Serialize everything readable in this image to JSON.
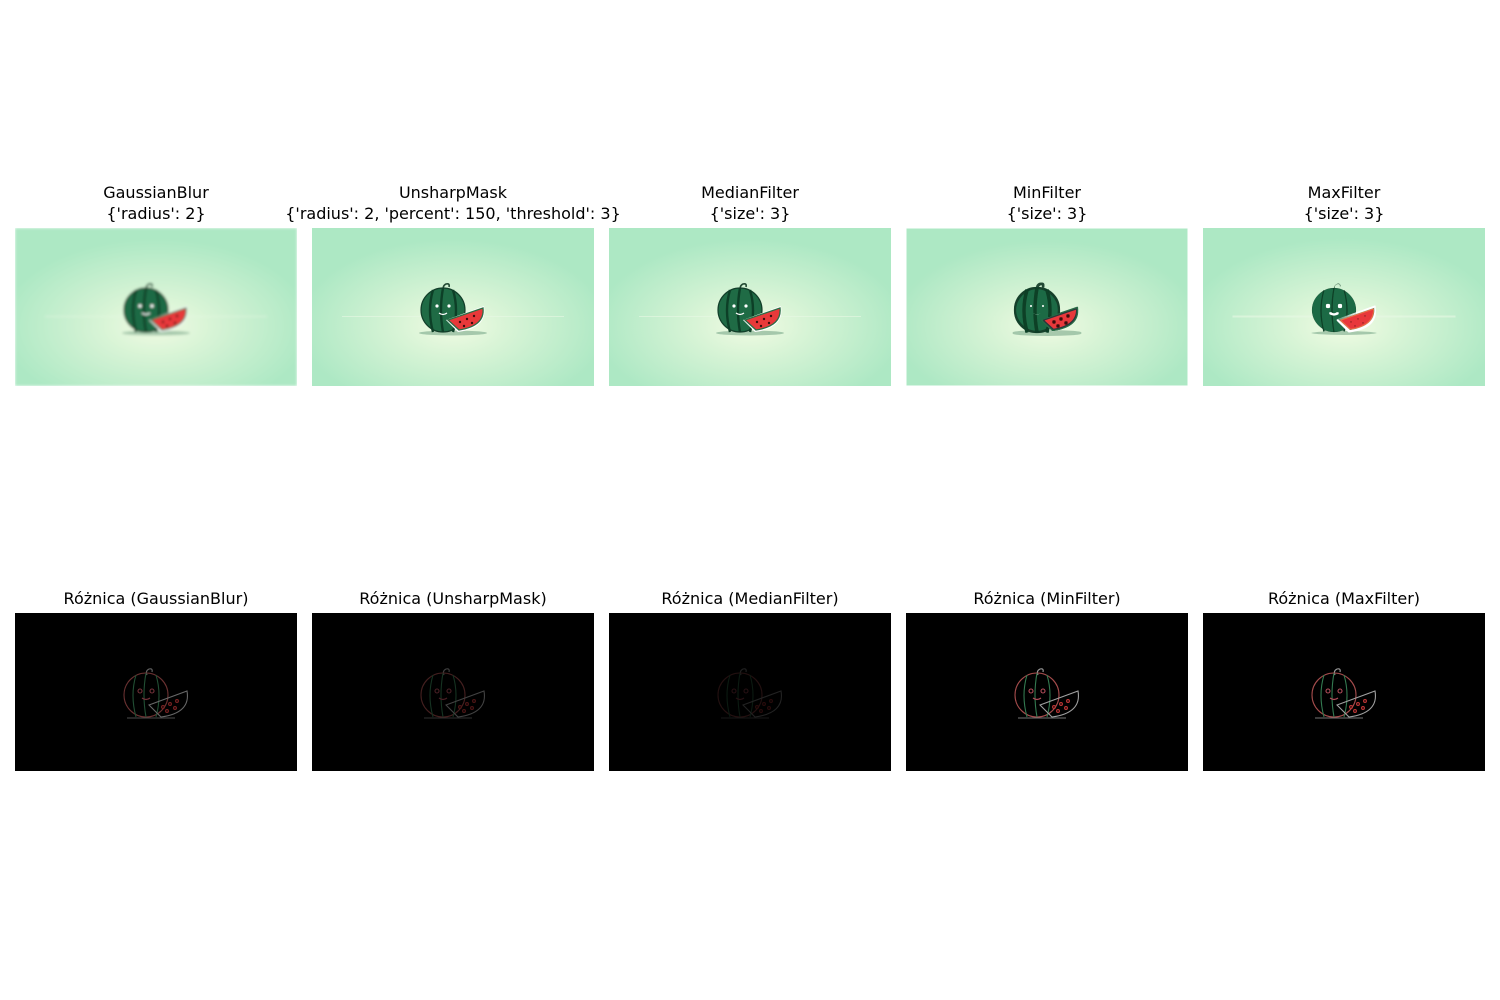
{
  "filters": [
    {
      "name": "GaussianBlur",
      "params": "{'radius': 2}"
    },
    {
      "name": "UnsharpMask",
      "params": "{'radius': 2, 'percent': 150, 'threshold': 3}"
    },
    {
      "name": "MedianFilter",
      "params": "{'size': 3}"
    },
    {
      "name": "MinFilter",
      "params": "{'size': 3}"
    },
    {
      "name": "MaxFilter",
      "params": "{'size': 3}"
    }
  ],
  "diffs": [
    {
      "title": "Różnica (GaussianBlur)"
    },
    {
      "title": "Różnica (UnsharpMask)"
    },
    {
      "title": "Różnica (MedianFilter)"
    },
    {
      "title": "Różnica (MinFilter)"
    },
    {
      "title": "Różnica (MaxFilter)"
    }
  ],
  "colors": {
    "background_light": "#e4f8dc",
    "background_mint": "#ade8c4",
    "rind_dark": "#1f6b45",
    "rind_stripe": "#0d3f27",
    "flesh_red": "#e8393a",
    "diff_background": "#000000"
  }
}
